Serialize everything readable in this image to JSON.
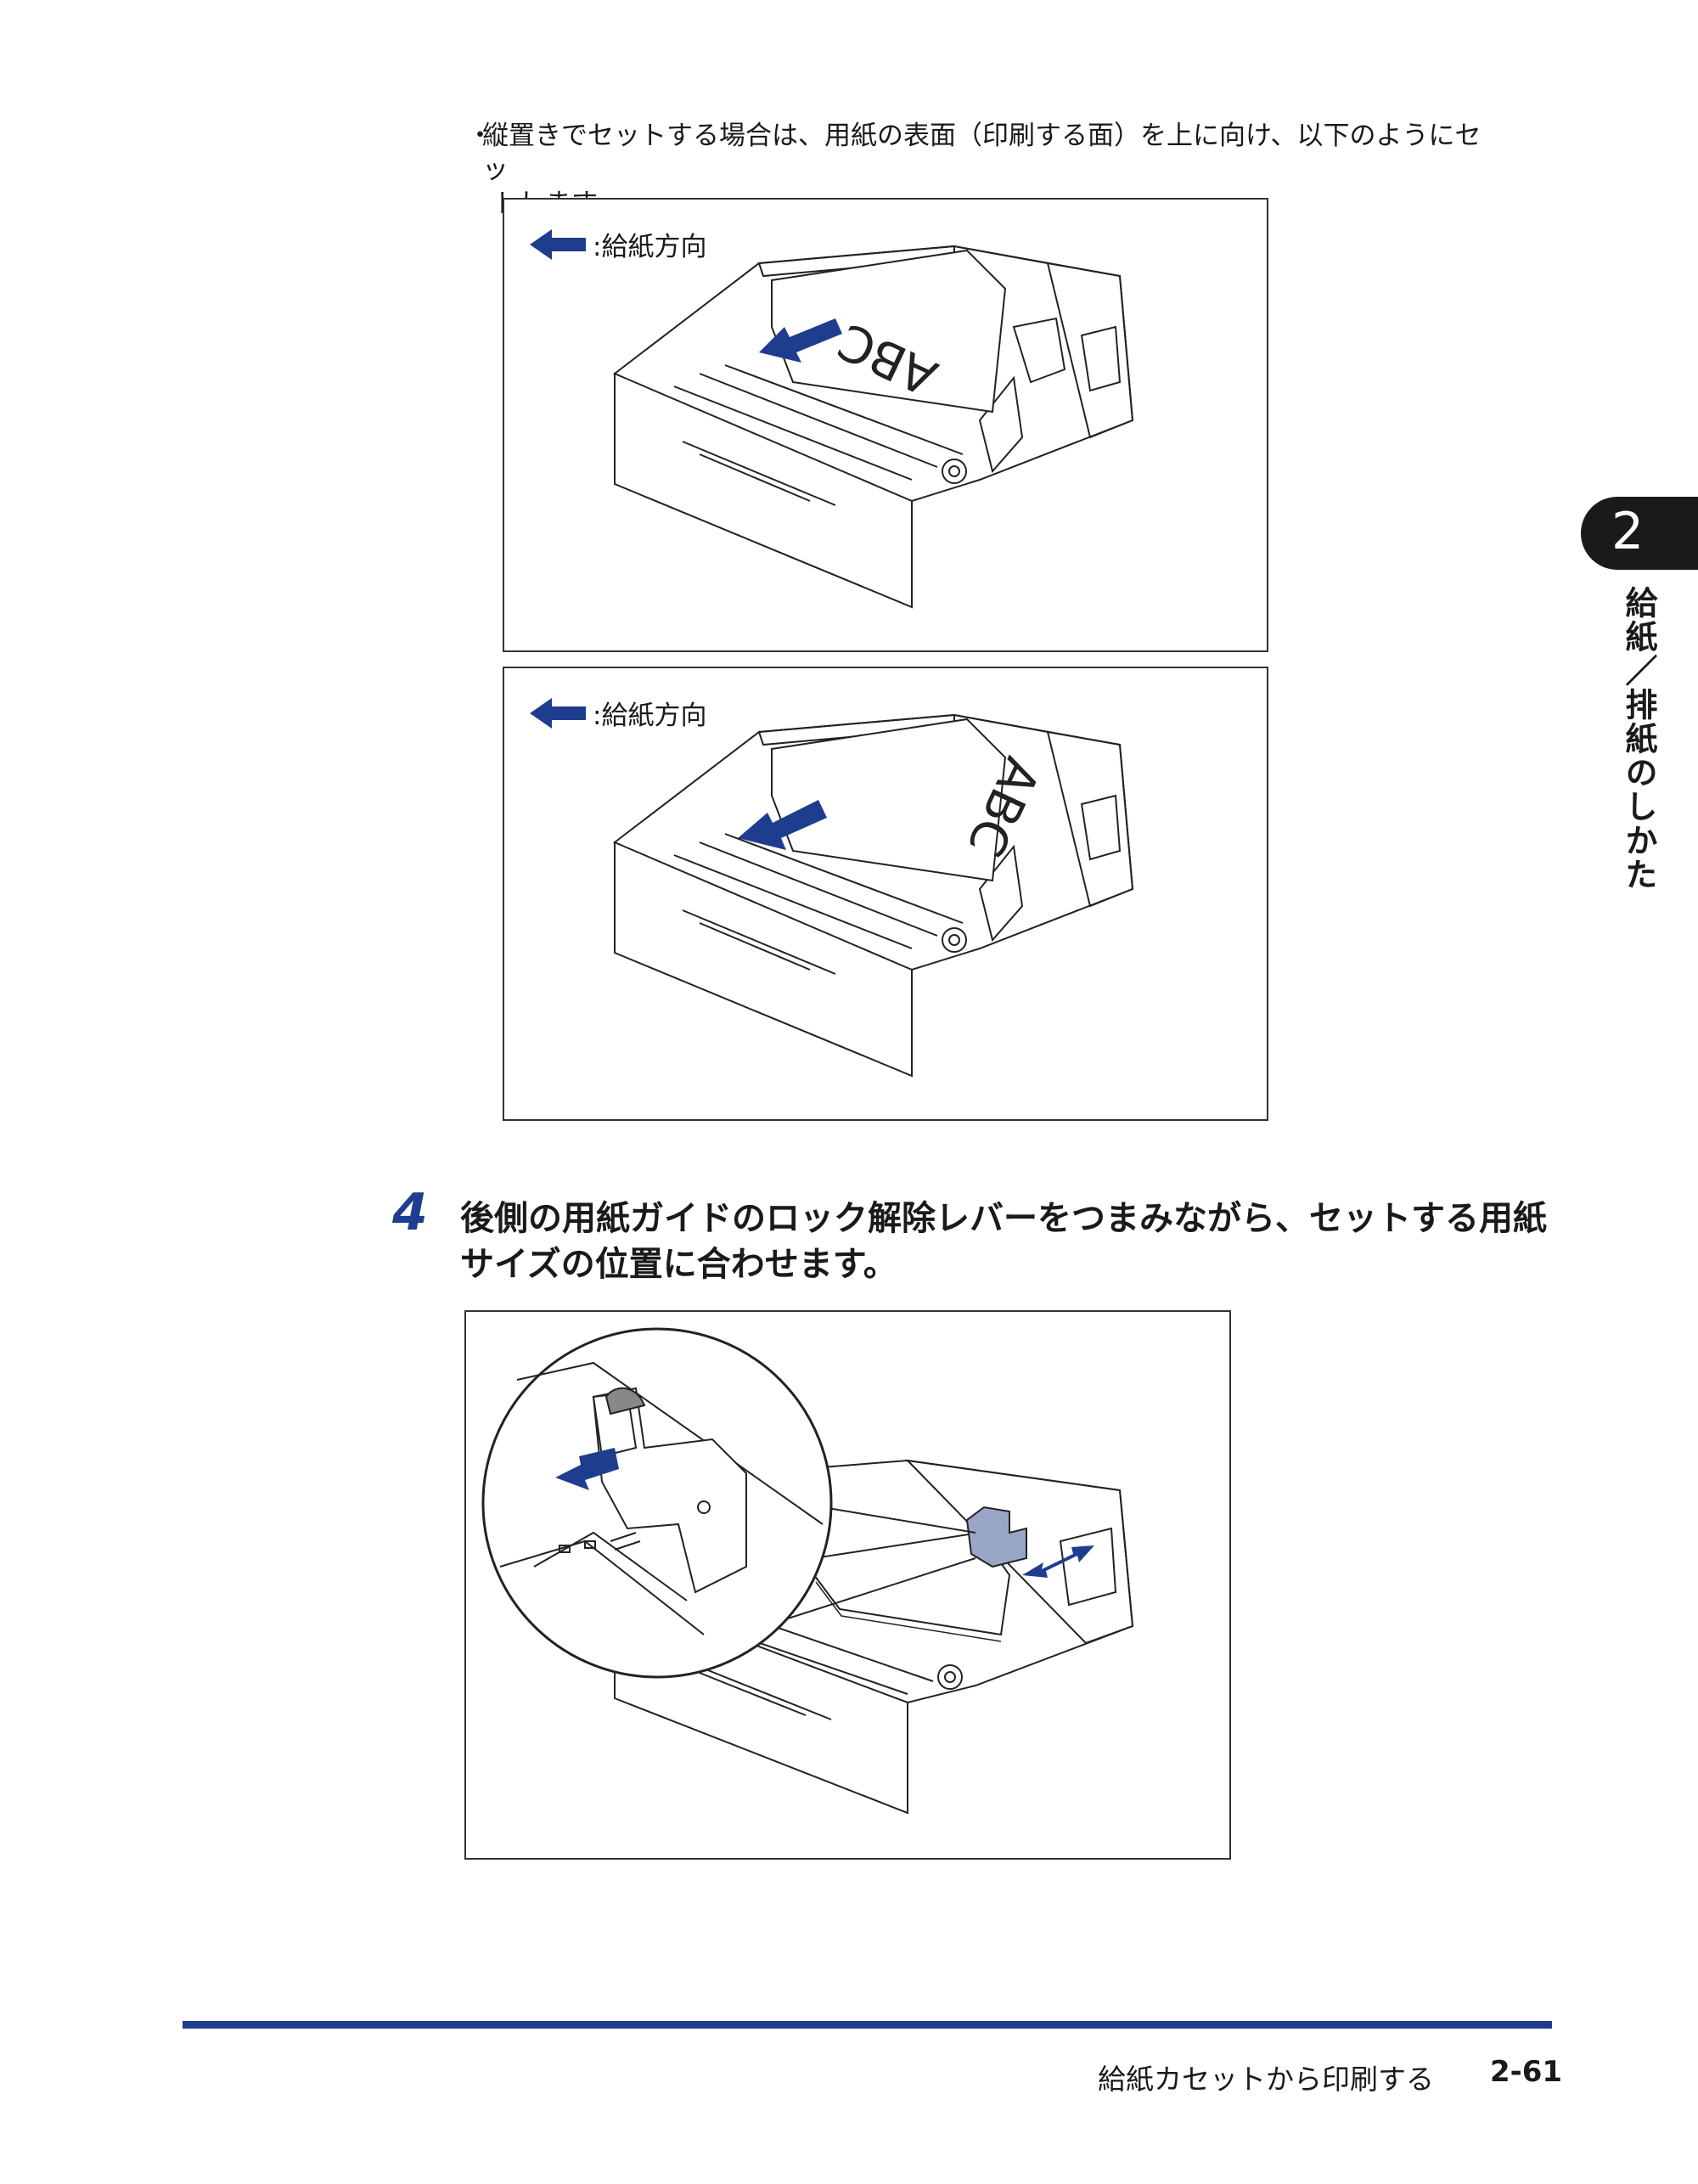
{
  "intro": {
    "bullet": "・",
    "line1": "縦置きでセットする場合は、用紙の表面（印刷する面）を上に向け、以下のようにセッ",
    "line2": "トします。"
  },
  "figures": [
    {
      "legend": ":給紙方向",
      "paper_text": "ABC"
    },
    {
      "legend": ":給紙方向",
      "paper_text": "ABC"
    }
  ],
  "step": {
    "number": "4",
    "text": "後側の用紙ガイドのロック解除レバーをつまみながら、セットする用紙サイズの位置に合わせます。"
  },
  "sidebar": {
    "chapter": "2",
    "title": "給紙／排紙のしかた"
  },
  "footer": {
    "section": "給紙カセットから印刷する",
    "page": "2-61"
  },
  "colors": {
    "accent": "#1e3d8f",
    "tab": "#1a1a1a",
    "guide": "#9aa6c6"
  }
}
